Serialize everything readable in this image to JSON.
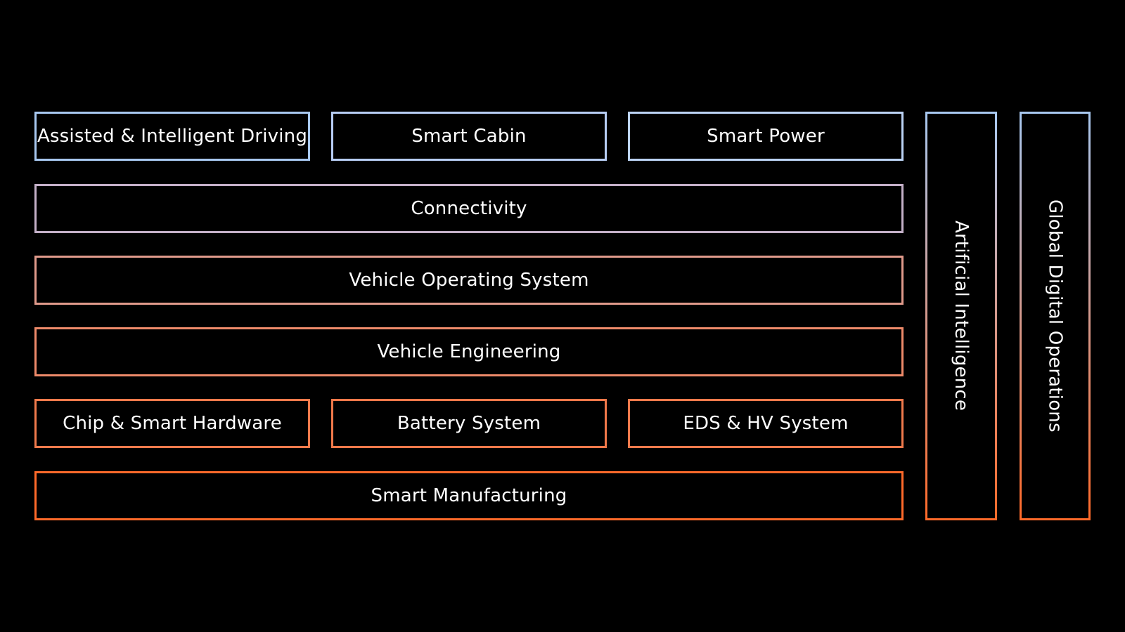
{
  "diagram": {
    "boxes": {
      "assisted": {
        "label": "Assisted & Intelligent Driving",
        "border": "#a8c8f0"
      },
      "cabin": {
        "label": "Smart Cabin",
        "border": "#b7cdf4"
      },
      "power": {
        "label": "Smart Power",
        "border": "#bcd3f5"
      },
      "connectivity": {
        "label": "Connectivity",
        "border": "#c4b0c8"
      },
      "vos": {
        "label": "Vehicle Operating System",
        "border": "#e09a8b"
      },
      "veng": {
        "label": "Vehicle Engineering",
        "border": "#ee8a6a"
      },
      "chip": {
        "label": "Chip & Smart Hardware",
        "border": "#f07a4c"
      },
      "battery": {
        "label": "Battery System",
        "border": "#f0784a"
      },
      "eds": {
        "label": "EDS & HV System",
        "border": "#f07a4c"
      },
      "smart_mfg": {
        "label": "Smart Manufacturing",
        "border": "#ff6a2a"
      },
      "ai": {
        "label": "Artificial Intelligence",
        "border_top": "#a8c8f0",
        "border_bottom": "#ff6a2a"
      },
      "gdo": {
        "label": "Global Digital Operations",
        "border_top": "#a8c8f0",
        "border_bottom": "#ff6a2a"
      }
    }
  },
  "colors": {
    "background": "#000000",
    "text": "#ffffff"
  }
}
